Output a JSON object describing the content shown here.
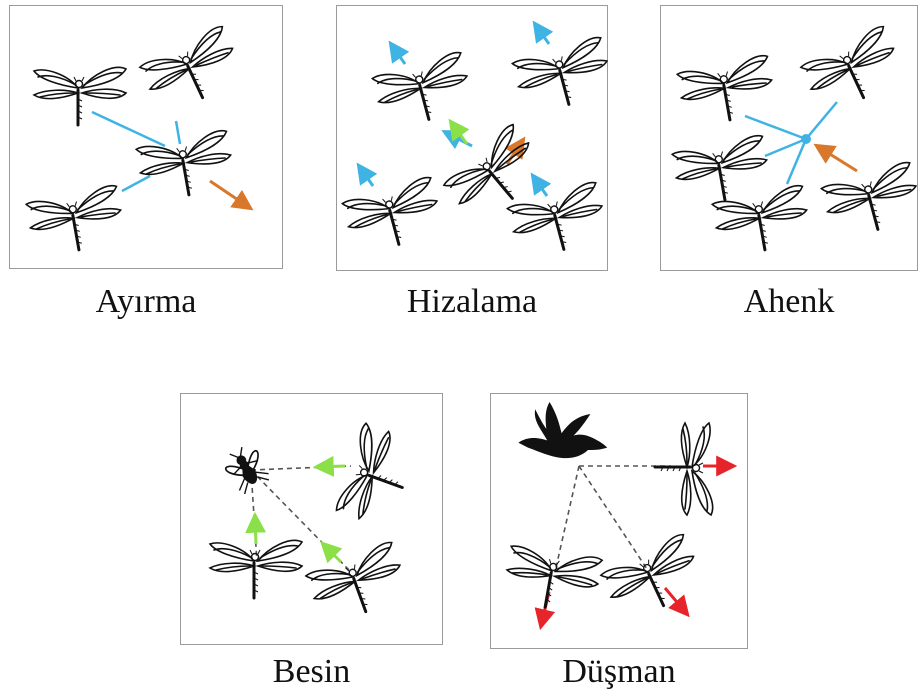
{
  "panels": {
    "separation": {
      "caption": "Ayırma"
    },
    "alignment": {
      "caption": "Hizalama"
    },
    "cohesion": {
      "caption": "Ahenk"
    },
    "food": {
      "caption": "Besin"
    },
    "enemy": {
      "caption": "Düşman"
    }
  },
  "colors": {
    "blue": "#3fb3e3",
    "orange": "#d9772a",
    "green": "#8be04a",
    "red": "#e8242b",
    "ink": "#111111",
    "dash": "#555555"
  },
  "icons": {
    "agent": "dragonfly-icon",
    "food": "fly-icon",
    "enemy": "bird-icon"
  }
}
